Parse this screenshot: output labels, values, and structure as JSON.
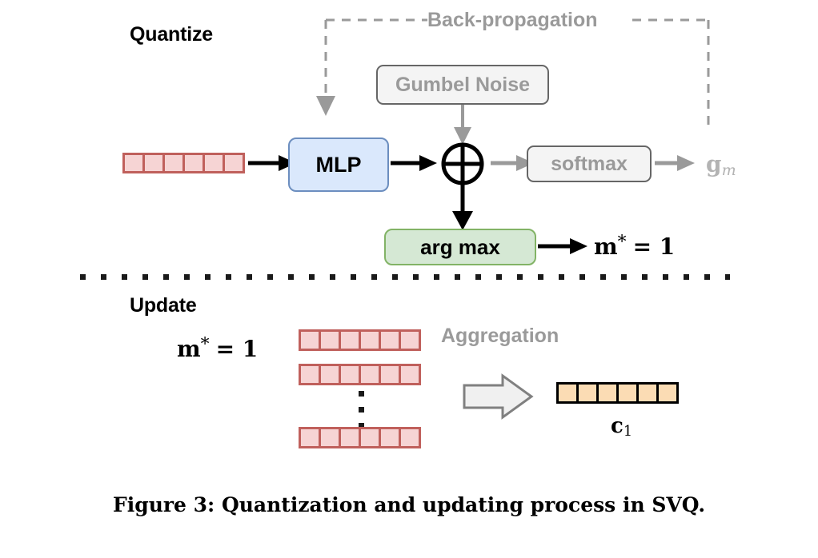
{
  "figure": {
    "caption": "Figure 3: Quantization and updating process in SVQ.",
    "colors": {
      "vector_red_fill": "#f6d4d4",
      "vector_red_border": "#c0605c",
      "vector_orange_fill": "#fbdcb4",
      "vector_orange_border": "#000000",
      "mlp_fill": "#dae8fc",
      "mlp_border": "#6c8ebf",
      "argmax_fill": "#d5e8d4",
      "argmax_border": "#82b366",
      "gray_box_fill": "#f4f4f4",
      "gray_box_border": "#666666",
      "gray_text": "#9a9a9a",
      "black": "#000000",
      "aggregation_arrow_fill": "#f0f0f0",
      "aggregation_arrow_border": "#808080"
    }
  },
  "quantize": {
    "section_label": "Quantize",
    "backprop_label": "Back-propagation",
    "gumbel_label": "Gumbel Noise",
    "mlp_label": "MLP",
    "softmax_label": "softmax",
    "combine_symbol": "⊕",
    "gumbel_output": {
      "base": "g",
      "subscript": "m"
    },
    "argmax_label": "arg max",
    "argmax_output": {
      "base": "m",
      "superscript": "*",
      "relation": "= 1"
    },
    "input_vector": {
      "cells": 6
    }
  },
  "update": {
    "section_label": "Update",
    "selected_index": {
      "base": "m",
      "superscript": "*",
      "relation": "= 1"
    },
    "aggregation_label": "Aggregation",
    "stacked_vectors": [
      {
        "cells": 6
      },
      {
        "cells": 6
      },
      {
        "cells": 6
      }
    ],
    "ellipsis_dots": 3,
    "output_vector": {
      "cells": 6
    },
    "output_label": {
      "base": "c",
      "subscript": "1"
    }
  }
}
